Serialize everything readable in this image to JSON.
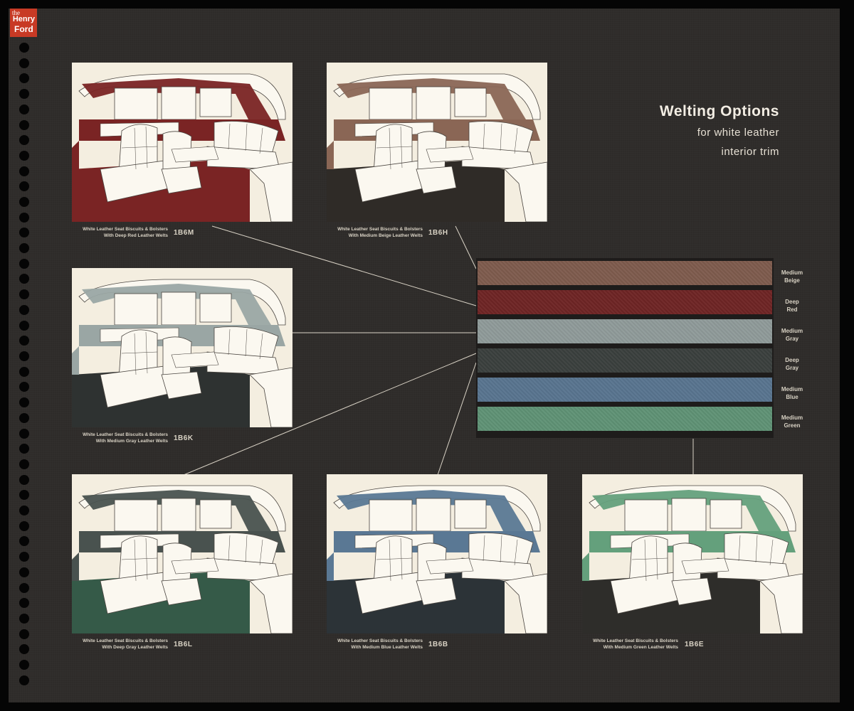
{
  "logo": {
    "line1": "the",
    "line2": "Henry",
    "line3": "Ford"
  },
  "heading": {
    "title": "Welting Options",
    "subtitle_line1": "for white leather",
    "subtitle_line2": "interior trim"
  },
  "colors": {
    "medium_beige": "#7e5b4d",
    "deep_red": "#6e2424",
    "medium_gray": "#8f9a99",
    "deep_gray": "#3a3f3d",
    "medium_blue": "#58748f",
    "medium_green": "#5f9275"
  },
  "swatches": [
    {
      "line1": "Medium",
      "line2": "Beige",
      "color": "#7e5b4d"
    },
    {
      "line1": "Deep",
      "line2": "Red",
      "color": "#6e2424"
    },
    {
      "line1": "Medium",
      "line2": "Gray",
      "color": "#8f9a99"
    },
    {
      "line1": "Deep",
      "line2": "Gray",
      "color": "#3a3f3d"
    },
    {
      "line1": "Medium",
      "line2": "Blue",
      "color": "#58748f"
    },
    {
      "line1": "Medium",
      "line2": "Green",
      "color": "#5f9275"
    }
  ],
  "interiors": [
    {
      "caption_line1": "White Leather Seat Biscuits & Bolsters",
      "caption_line2": "With Deep Red Leather Welts",
      "code": "1B6M",
      "accent": "#7a2424",
      "floor": "#7a2424"
    },
    {
      "caption_line1": "White Leather Seat Biscuits & Bolsters",
      "caption_line2": "With Medium Beige Leather Welts",
      "code": "1B6H",
      "accent": "#8a6655",
      "floor": "#2f2b27"
    },
    {
      "caption_line1": "White Leather Seat Biscuits & Bolsters",
      "caption_line2": "With Medium Gray Leather Welts",
      "code": "1B6K",
      "accent": "#9aa6a4",
      "floor": "#2e3231"
    },
    {
      "caption_line1": "White Leather Seat Biscuits & Bolsters",
      "caption_line2": "With Deep Gray Leather Welts",
      "code": "1B6L",
      "accent": "#49524f",
      "floor": "#355a48"
    },
    {
      "caption_line1": "White Leather Seat Biscuits & Bolsters",
      "caption_line2": "With Medium Blue Leather Welts",
      "code": "1B6B",
      "accent": "#5a7894",
      "floor": "#2c3337"
    },
    {
      "caption_line1": "White Leather Seat Biscuits & Bolsters",
      "caption_line2": "With Medium Green Leather Welts",
      "code": "1B6E",
      "accent": "#64a07c",
      "floor": "#2e2d2a"
    }
  ]
}
